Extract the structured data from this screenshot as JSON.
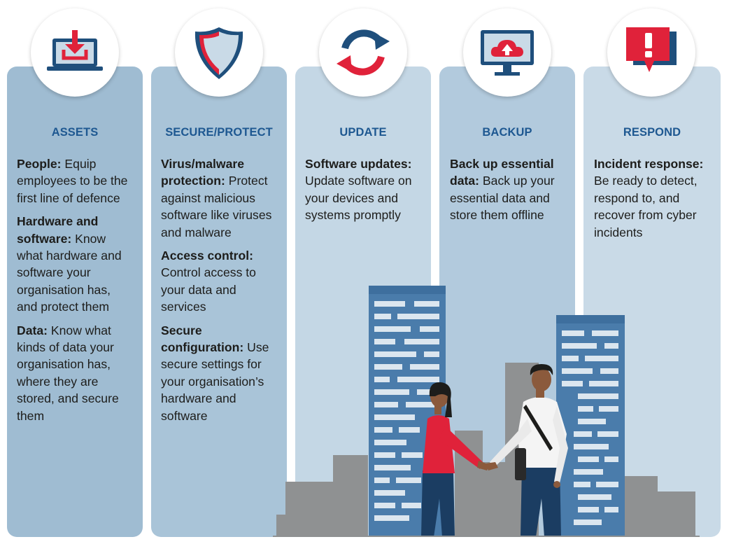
{
  "columns": [
    {
      "heading": "ASSETS",
      "icon": "laptop-download-icon",
      "entries": [
        {
          "title": "People:",
          "text": " Equip employees to be the first line of defence"
        },
        {
          "title": "Hardware and software:",
          "text": " Know what hardware and software your organisation has, and protect them"
        },
        {
          "title": "Data:",
          "text": " Know what kinds of data your organisation has, where they are stored, and secure them"
        }
      ]
    },
    {
      "heading": "SECURE/PROTECT",
      "icon": "shield-icon",
      "entries": [
        {
          "title": "Virus/malware protection:",
          "text": " Protect against malicious software like viruses and malware"
        },
        {
          "title": "Access control:",
          "text": " Control access to your data and services"
        },
        {
          "title": "Secure configuration:",
          "text": " Use secure settings for your organisation’s hardware and software"
        }
      ]
    },
    {
      "heading": "UPDATE",
      "icon": "refresh-arrows-icon",
      "entries": [
        {
          "title": "Software updates:",
          "text": " Update software on your devices and systems promptly"
        }
      ]
    },
    {
      "heading": "BACKUP",
      "icon": "monitor-cloud-upload-icon",
      "entries": [
        {
          "title": "Back up essential data:",
          "text": " Back up your essential data and store them offline"
        }
      ]
    },
    {
      "heading": "RESPOND",
      "icon": "alert-speech-bubble-icon",
      "entries": [
        {
          "title": "Incident response:",
          "text": " Be ready to detect, respond to, and recover from cyber incidents"
        }
      ]
    }
  ],
  "colors": {
    "heading_blue": "#1e5891",
    "accent_red": "#e0223a",
    "navy": "#1f4f7c",
    "building_blue": "#4a7cab",
    "building_grey": "#8f9192"
  }
}
